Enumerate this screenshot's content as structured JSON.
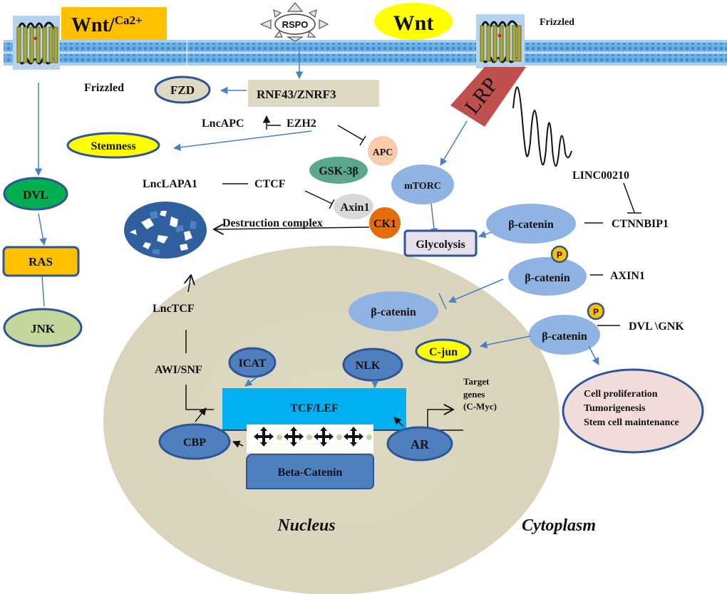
{
  "membrane": {
    "wnt_ca_label": "Wnt/",
    "wnt_ca_superscript": "Ca2+",
    "rspo_label": "RSPO",
    "wnt_label": "Wnt",
    "frizzled_top_label": "Frizzled",
    "lrp_label": "LRP"
  },
  "noncanonical": {
    "dvl": "DVL",
    "ras": "RAS",
    "jnk": "JNK"
  },
  "upper": {
    "frizzled_label": "Frizzled",
    "fzd": "FZD",
    "rnf43": "RNF43/ZNRF3",
    "lncapc": "LncAPC",
    "ezh2": "EZH2",
    "stemness": "Stemness",
    "apc": "APC",
    "gsk3b": "GSK-3β",
    "lnclapa1": "LncLAPA1",
    "ctcf": "CTCF",
    "axin1": "Axin1",
    "ck1": "CK1",
    "destruction_complex": "Destruction complex",
    "mtorc": "mTORC",
    "glycolysis": "Glycolysis"
  },
  "right": {
    "linc00210": "LINC00210",
    "ctnnbip1": "CTNNBIP1",
    "beta_catenin_1": "β-catenin",
    "beta_catenin_2": "β-catenin",
    "axin1_upper": "AXIN1",
    "beta_catenin_3": "β-catenin",
    "dvl_gnk": "DVL \\GNK",
    "phospho_label": "P",
    "outcomes": [
      "Cell proliferation",
      "Tumorigenesis",
      "Stem cell maintenance"
    ]
  },
  "nucleus": {
    "beta_catenin": "β-catenin",
    "c_jun": "C-jun",
    "lnctcf": "LncTCF",
    "awi_snf": "AWI/SNF",
    "icat": "ICAT",
    "nlk": "NLK",
    "tcf_lef": "TCF/LEF",
    "target_genes": [
      "Target",
      "genes",
      "(C-Myc)"
    ],
    "cbp": "CBP",
    "ar": "AR",
    "beta_catenin_box": "Beta-Catenin",
    "nucleus_label": "Nucleus",
    "cytoplasm_label": "Cytoplasm"
  },
  "colors": {
    "membrane_blue": "#5aa0d8",
    "arrow_blue": "#4a7fc1",
    "node_blue": "#8fb4e3",
    "dark_blue": "#4f7fbf",
    "nucleus_fill": "#ddd9c3",
    "yellow": "#ffff00",
    "orange_box": "#ffc000",
    "lrp_red": "#c0504d",
    "tcf_cyan": "#00b0f0"
  }
}
